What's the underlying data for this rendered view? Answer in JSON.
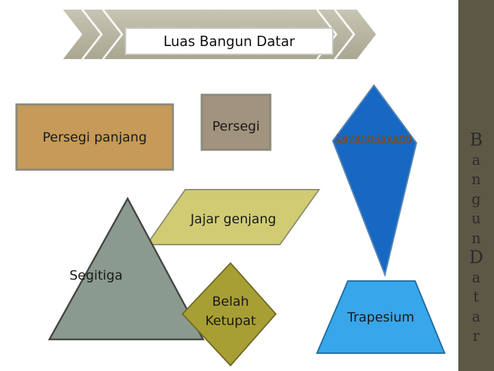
{
  "header": {
    "title": "Luas Bangun Datar"
  },
  "shapes": {
    "persegi_panjang": "Persegi panjang",
    "persegi": "Persegi",
    "layang_layang": "Layang-layang",
    "jajar_genjang": "Jajar genjang",
    "segitiga": "Segitiga",
    "belah_ketupat_line1": "Belah",
    "belah_ketupat_line2": "Ketupat",
    "trapesium": "Trapesium"
  },
  "sidebar": {
    "letters": [
      "B",
      "a",
      "n",
      "g",
      "u",
      "n",
      "D",
      "a",
      "t",
      "a",
      "r"
    ]
  },
  "colors": {
    "arrow_band": "#b9b7a4",
    "persegi_panjang": "#c69a58",
    "persegi": "#a1937e",
    "layang_layang": "#1668c3",
    "jajar_genjang": "#d1cc73",
    "segitiga": "#8a9a8e",
    "belah_ketupat": "#a89f34",
    "trapesium": "#38a6ea",
    "sidebar": "#5d5846"
  }
}
